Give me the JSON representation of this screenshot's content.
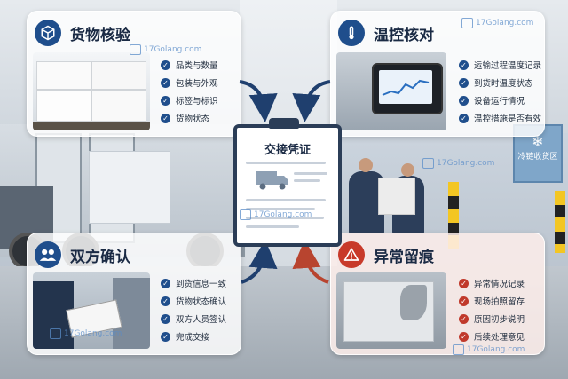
{
  "panels": {
    "top_left": {
      "title": "货物核验",
      "items": [
        "品类与数量",
        "包装与外观",
        "标签与标识",
        "货物状态"
      ],
      "icon": "box-icon"
    },
    "top_right": {
      "title": "温控核对",
      "items": [
        "运输过程温度记录",
        "到货时温度状态",
        "设备运行情况",
        "温控措施是否有效"
      ],
      "icon": "thermometer-icon"
    },
    "bottom_left": {
      "title": "双方确认",
      "items": [
        "到货信息一致",
        "货物状态确认",
        "双方人员签认",
        "完成交接"
      ],
      "icon": "people-icon"
    },
    "bottom_right": {
      "title": "异常留痕",
      "items": [
        "异常情况记录",
        "现场拍照留存",
        "原因初步说明",
        "后续处理意见"
      ],
      "icon": "warning-icon"
    }
  },
  "center": {
    "title": "交接凭证",
    "icon": "clipboard-icon"
  },
  "sign": {
    "label": "冷链收货区"
  },
  "watermark": "17Golang.com",
  "colors": {
    "primary": "#1f4e8c",
    "warning": "#c83a2a",
    "check": "#1f4e8c",
    "warning_check": "#c0392b"
  }
}
